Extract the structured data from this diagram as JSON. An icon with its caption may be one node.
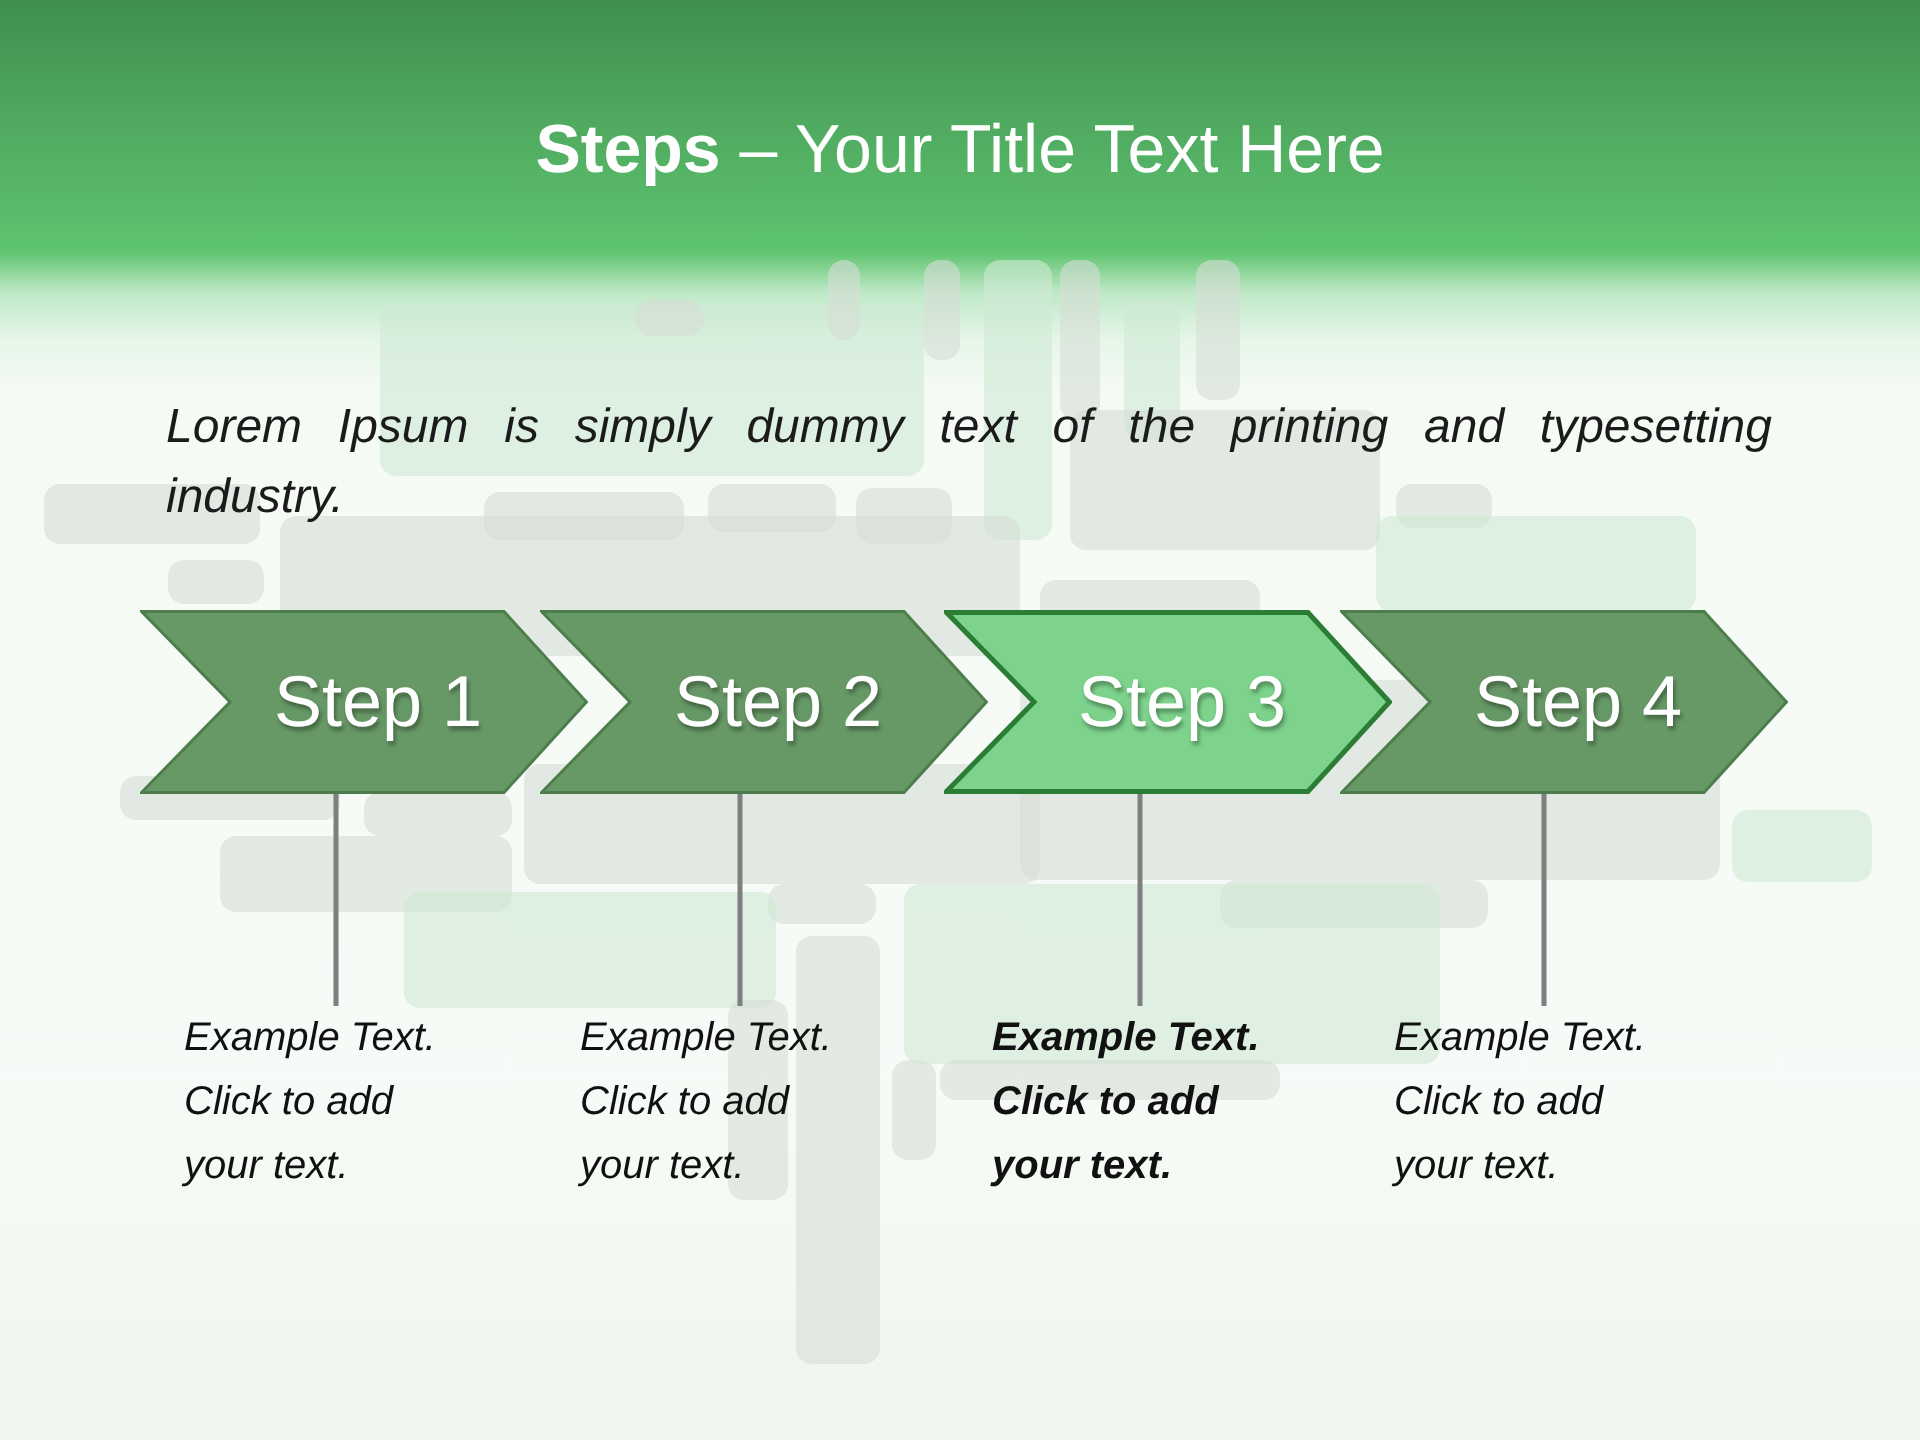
{
  "diagram": {
    "title": "**Steps** – Your Title Text Here",
    "nodes": [
      {
        "text": [
          "Step 1"
        ]
      },
      {
        "text": [
          "Step 2"
        ]
      },
      {
        "text": [
          "Step 3"
        ]
      },
      {
        "text": [
          "Step 4"
        ]
      },
      {
        "text": [
          "Example Text. Click to add your text."
        ]
      },
      {
        "text": [
          "Example Text. Click to add your text."
        ]
      },
      {
        "text": [
          "Example Text. Click to add your text."
        ]
      },
      {
        "text": [
          "Example Text. Click to add your text."
        ]
      }
    ],
    "edges": [
      {
        "from": 0,
        "to": 4,
        "arrow": "none"
      },
      {
        "from": 1,
        "to": 5,
        "arrow": "none"
      },
      {
        "from": 2,
        "to": 6,
        "arrow": "none"
      },
      {
        "from": 3,
        "to": 7,
        "arrow": "none"
      }
    ],
    "labels": [
      "Lorem Ipsum is simply dummy text of the printing and typesetting industry."
    ]
  }
}
